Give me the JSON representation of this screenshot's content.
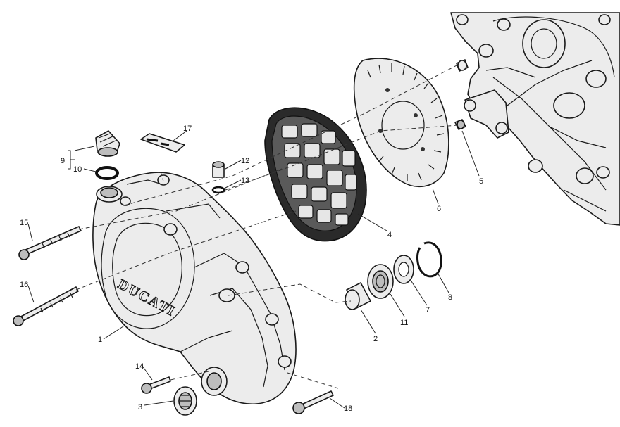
{
  "diagram": {
    "brand_text": "DUCATI",
    "callouts": [
      {
        "id": "c1",
        "label": "1"
      },
      {
        "id": "c2",
        "label": "2"
      },
      {
        "id": "c3",
        "label": "3"
      },
      {
        "id": "c4",
        "label": "4"
      },
      {
        "id": "c5",
        "label": "5"
      },
      {
        "id": "c6",
        "label": "6"
      },
      {
        "id": "c7",
        "label": "7"
      },
      {
        "id": "c8",
        "label": "8"
      },
      {
        "id": "c9",
        "label": "9"
      },
      {
        "id": "c10",
        "label": "10"
      },
      {
        "id": "c11",
        "label": "11"
      },
      {
        "id": "c12",
        "label": "12"
      },
      {
        "id": "c13",
        "label": "13"
      },
      {
        "id": "c14",
        "label": "14"
      },
      {
        "id": "c15",
        "label": "15"
      },
      {
        "id": "c16",
        "label": "16"
      },
      {
        "id": "c17",
        "label": "17"
      },
      {
        "id": "c18",
        "label": "18"
      }
    ]
  }
}
